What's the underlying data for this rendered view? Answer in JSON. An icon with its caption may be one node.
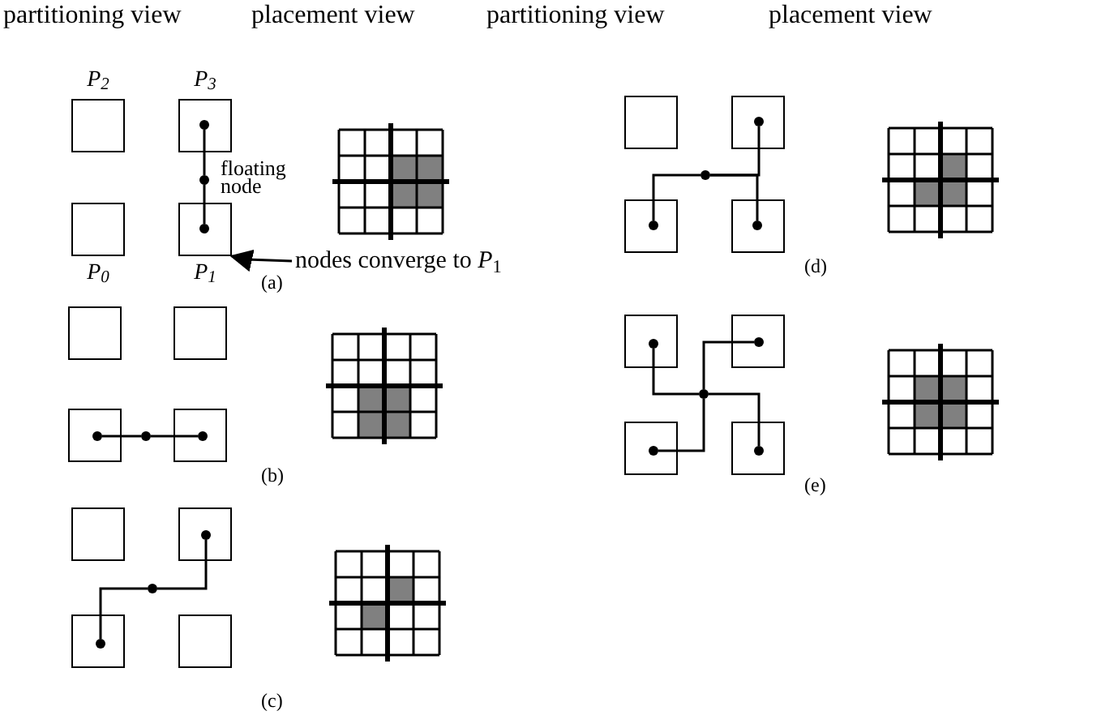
{
  "diagram": {
    "nodes": [
      {
        "text": [
          "P$_{2}$"
        ]
      },
      {
        "text": [
          "P$_{3}$"
        ]
      },
      {
        "text": [
          "P$_{0}$"
        ]
      },
      {
        "text": [
          "P$_{1}$"
        ]
      },
      {
        "text": [],
        "shape": "circle",
        "in": 1
      },
      {
        "text": [],
        "shape": "circle",
        "in": 3
      },
      {
        "text": [],
        "shape": "circle",
        "beside": [
          "floating node"
        ]
      },
      {
        "text": [
          "nodes converge to *P*$_{1}$"
        ]
      },
      {
        "text": [],
        "shape": "box"
      },
      {
        "text": [],
        "shape": "box"
      },
      {
        "text": [],
        "shape": "box"
      },
      {
        "text": [],
        "shape": "box"
      },
      {
        "text": [],
        "shape": "circle",
        "in": 10
      },
      {
        "text": [],
        "shape": "circle",
        "in": 11
      },
      {
        "text": [],
        "shape": "circle"
      },
      {
        "text": [],
        "shape": "box"
      },
      {
        "text": [],
        "shape": "box"
      },
      {
        "text": [],
        "shape": "box"
      },
      {
        "text": [],
        "shape": "box"
      },
      {
        "text": [],
        "shape": "circle",
        "in": 16
      },
      {
        "text": [],
        "shape": "circle",
        "in": 17
      },
      {
        "text": [],
        "shape": "circle"
      },
      {
        "text": [],
        "shape": "box"
      },
      {
        "text": [],
        "shape": "box"
      },
      {
        "text": [],
        "shape": "box"
      },
      {
        "text": [],
        "shape": "box"
      },
      {
        "text": [],
        "shape": "circle",
        "in": 23
      },
      {
        "text": [],
        "shape": "circle",
        "in": 24
      },
      {
        "text": [],
        "shape": "circle",
        "in": 25
      },
      {
        "text": [],
        "shape": "circle"
      },
      {
        "text": [],
        "shape": "box"
      },
      {
        "text": [],
        "shape": "box"
      },
      {
        "text": [],
        "shape": "box"
      },
      {
        "text": [],
        "shape": "box"
      },
      {
        "text": [],
        "shape": "circle",
        "in": 30
      },
      {
        "text": [],
        "shape": "circle",
        "in": 31
      },
      {
        "text": [],
        "shape": "circle",
        "in": 32
      },
      {
        "text": [],
        "shape": "circle",
        "in": 33
      },
      {
        "text": [],
        "shape": "circle"
      }
    ],
    "edges": [
      {
        "from": 4,
        "to": 6,
        "arrow": "none"
      },
      {
        "from": 6,
        "to": 5,
        "arrow": "none"
      },
      {
        "from": 7,
        "to": 3,
        "arrow": "to"
      },
      {
        "from": 12,
        "to": 14,
        "arrow": "none"
      },
      {
        "from": 14,
        "to": 13,
        "arrow": "none"
      },
      {
        "from": 19,
        "to": 21,
        "arrow": "none"
      },
      {
        "from": 21,
        "to": 20,
        "arrow": "none"
      },
      {
        "from": 29,
        "to": 26,
        "arrow": "none"
      },
      {
        "from": 29,
        "to": 27,
        "arrow": "none"
      },
      {
        "from": 29,
        "to": 28,
        "arrow": "none"
      },
      {
        "from": 34,
        "to": 38,
        "arrow": "none"
      },
      {
        "from": 35,
        "to": 38,
        "arrow": "none"
      },
      {
        "from": 38,
        "to": 36,
        "arrow": "none"
      },
      {
        "from": 38,
        "to": 37,
        "arrow": "none"
      }
    ],
    "labels": [
      "partitioning view",
      "placement view",
      "partitioning view",
      "placement view",
      "(a)",
      "(b)",
      "(c)",
      "(d)",
      "(e)"
    ]
  }
}
